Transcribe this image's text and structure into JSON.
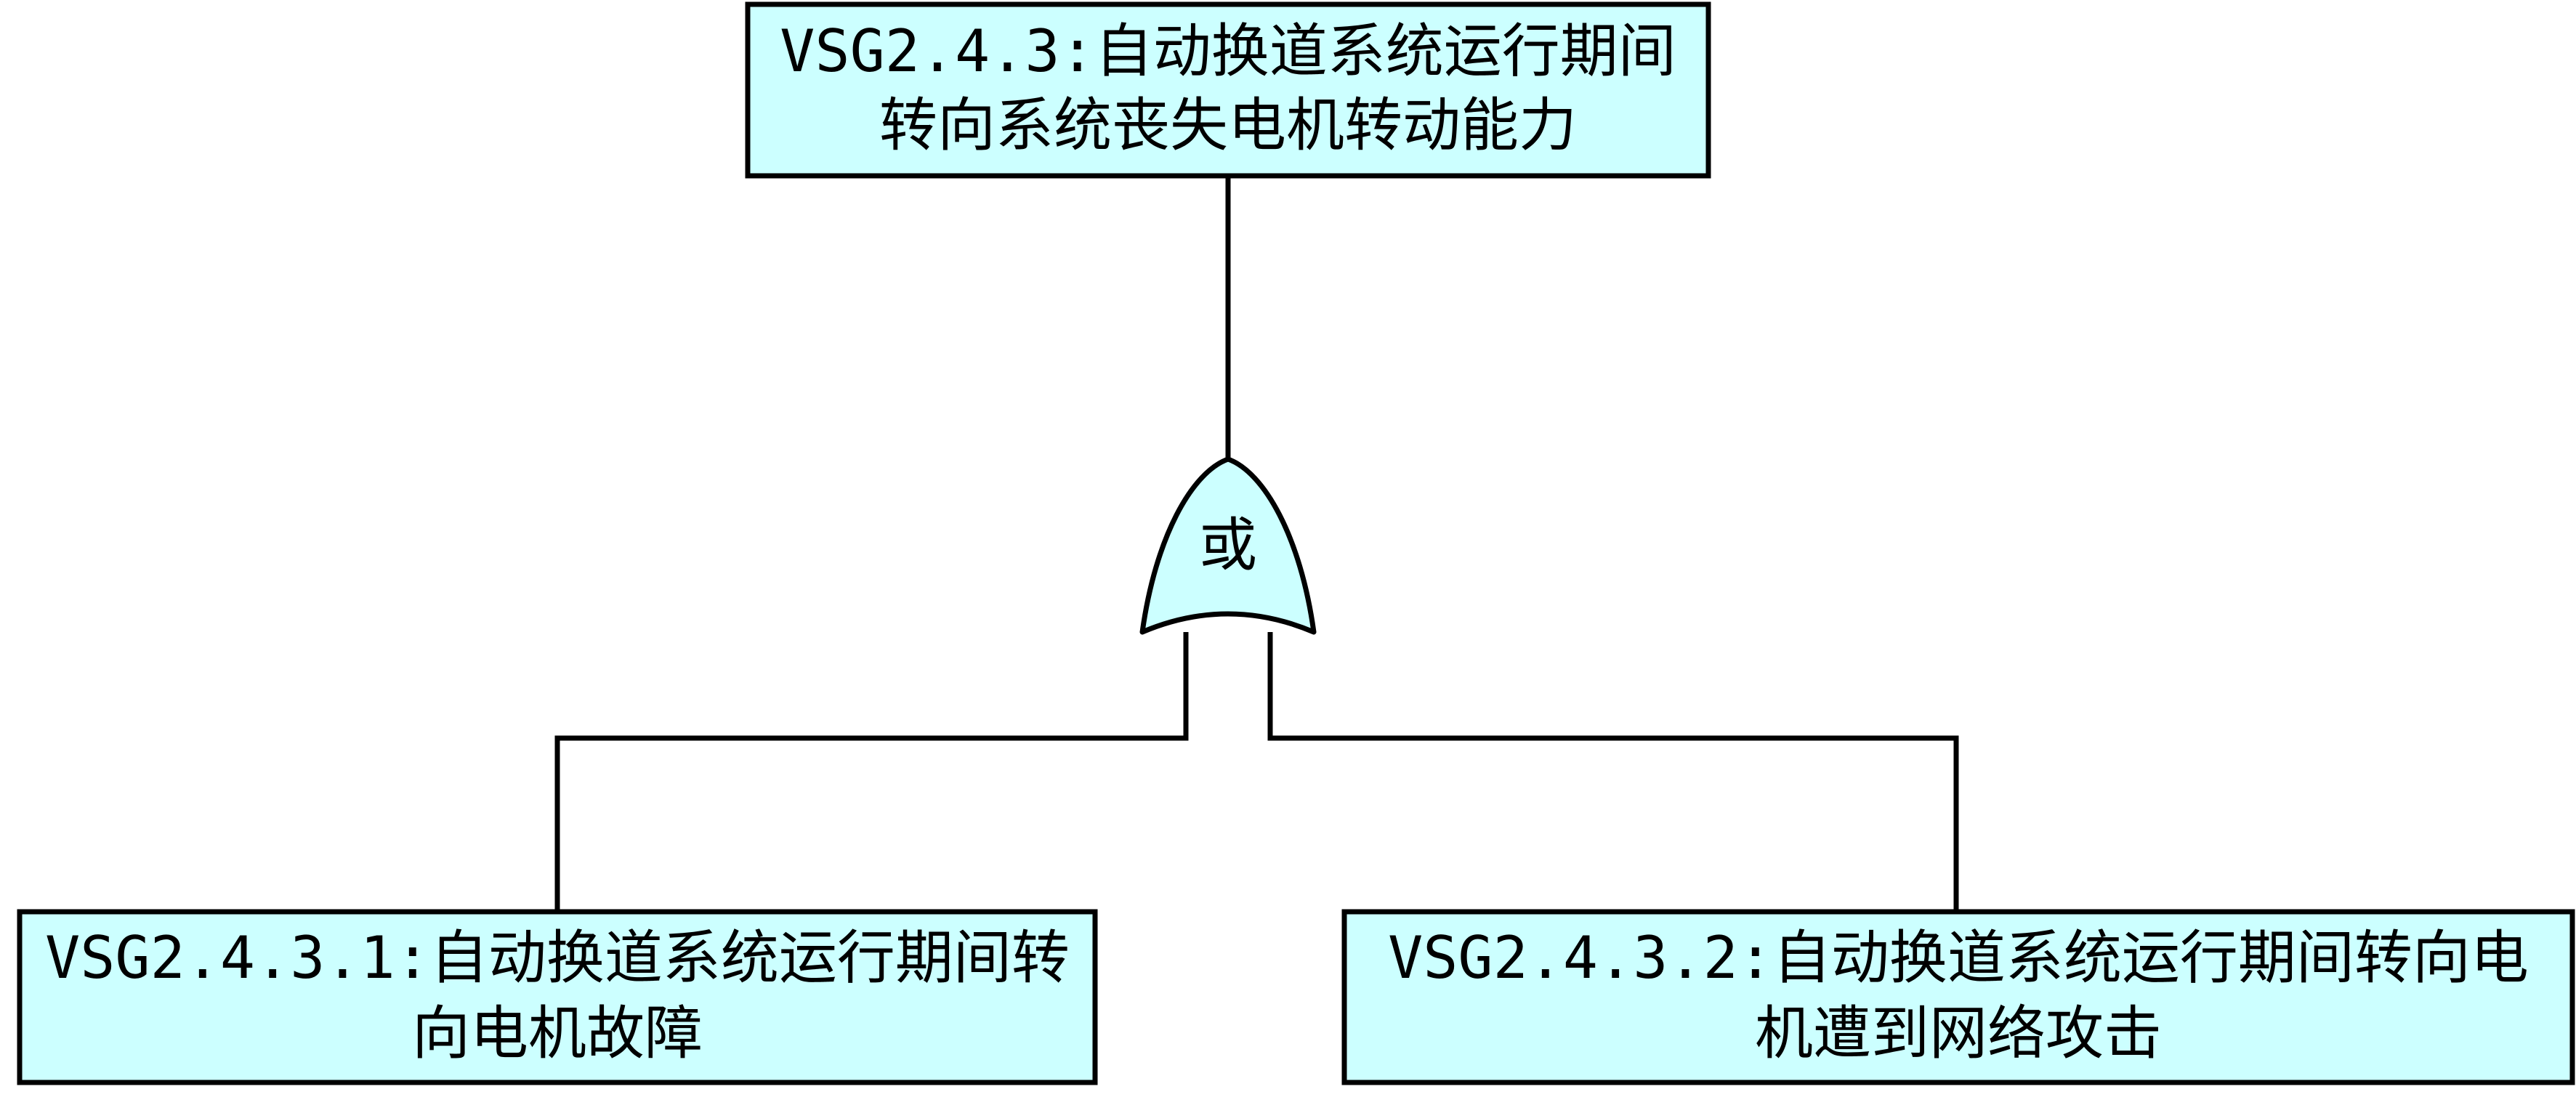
{
  "diagram": {
    "top_event": {
      "line1": "VSG2.4.3:自动换道系统运行期间",
      "line2": "转向系统丧失电机转动能力"
    },
    "gate": {
      "label": "或"
    },
    "left_event": {
      "line1": "VSG2.4.3.1:自动换道系统运行期间转",
      "line2": "向电机故障"
    },
    "right_event": {
      "line1": "VSG2.4.3.2:自动换道系统运行期间转向电",
      "line2": "机遭到网络攻击"
    },
    "colors": {
      "box_fill": "#ccffff",
      "stroke": "#000000"
    }
  }
}
